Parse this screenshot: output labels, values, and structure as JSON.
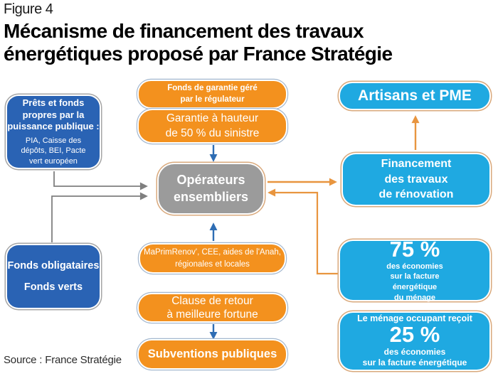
{
  "figure_label": "Figure 4",
  "title": "Mécanisme de financement des travaux\nénergétiques proposé par France Stratégie",
  "source": "Source : France Stratégie",
  "colors": {
    "blue": "#2A63B4",
    "orange": "#F3911E",
    "cyan": "#1FA9E1",
    "gray_box": "#9B9B9B",
    "arrow_blue": "#2E6DB4",
    "arrow_gray": "#7F7F7F",
    "arrow_orange": "#E8953F",
    "ring_tan": "#D9A97C",
    "ring_gray": "#A6A6A6",
    "ring_bluegray": "#A4B8CF",
    "text_dark": "#1A1A1A"
  },
  "boxes": {
    "prets": {
      "title": "Prêts et fonds\npropres par la\npuissance publique :",
      "subtitle": "PIA, Caisse des\ndépôts, BEI, Pacte\nvert européen"
    },
    "fonds_garantie": {
      "label": "Fonds de garantie géré\npar le régulateur"
    },
    "garantie": {
      "label": "Garantie à hauteur\nde 50 % du sinistre"
    },
    "artisans": {
      "label": "Artisans et PME"
    },
    "operateurs": {
      "label": "Opérateurs\nensembliers"
    },
    "financement": {
      "label": "Financement\ndes travaux\nde rénovation"
    },
    "maprim": {
      "label": "MaPrimRenov', CEE, aides de l'Anah,\nrégionales et locales"
    },
    "fonds_obligataires": {
      "label": "Fonds obligataires\nFonds verts"
    },
    "clause": {
      "label": "Clause de retour\nà meilleure fortune"
    },
    "subventions": {
      "label": "Subventions publiques"
    },
    "pct75": {
      "value": "75 %",
      "desc": "des économies\nsur la facture\nénergétique\ndu ménage"
    },
    "pct25": {
      "intro": "Le ménage occupant reçoit",
      "value": "25 %",
      "desc": "des économies\nsur la facture énergétique"
    }
  }
}
